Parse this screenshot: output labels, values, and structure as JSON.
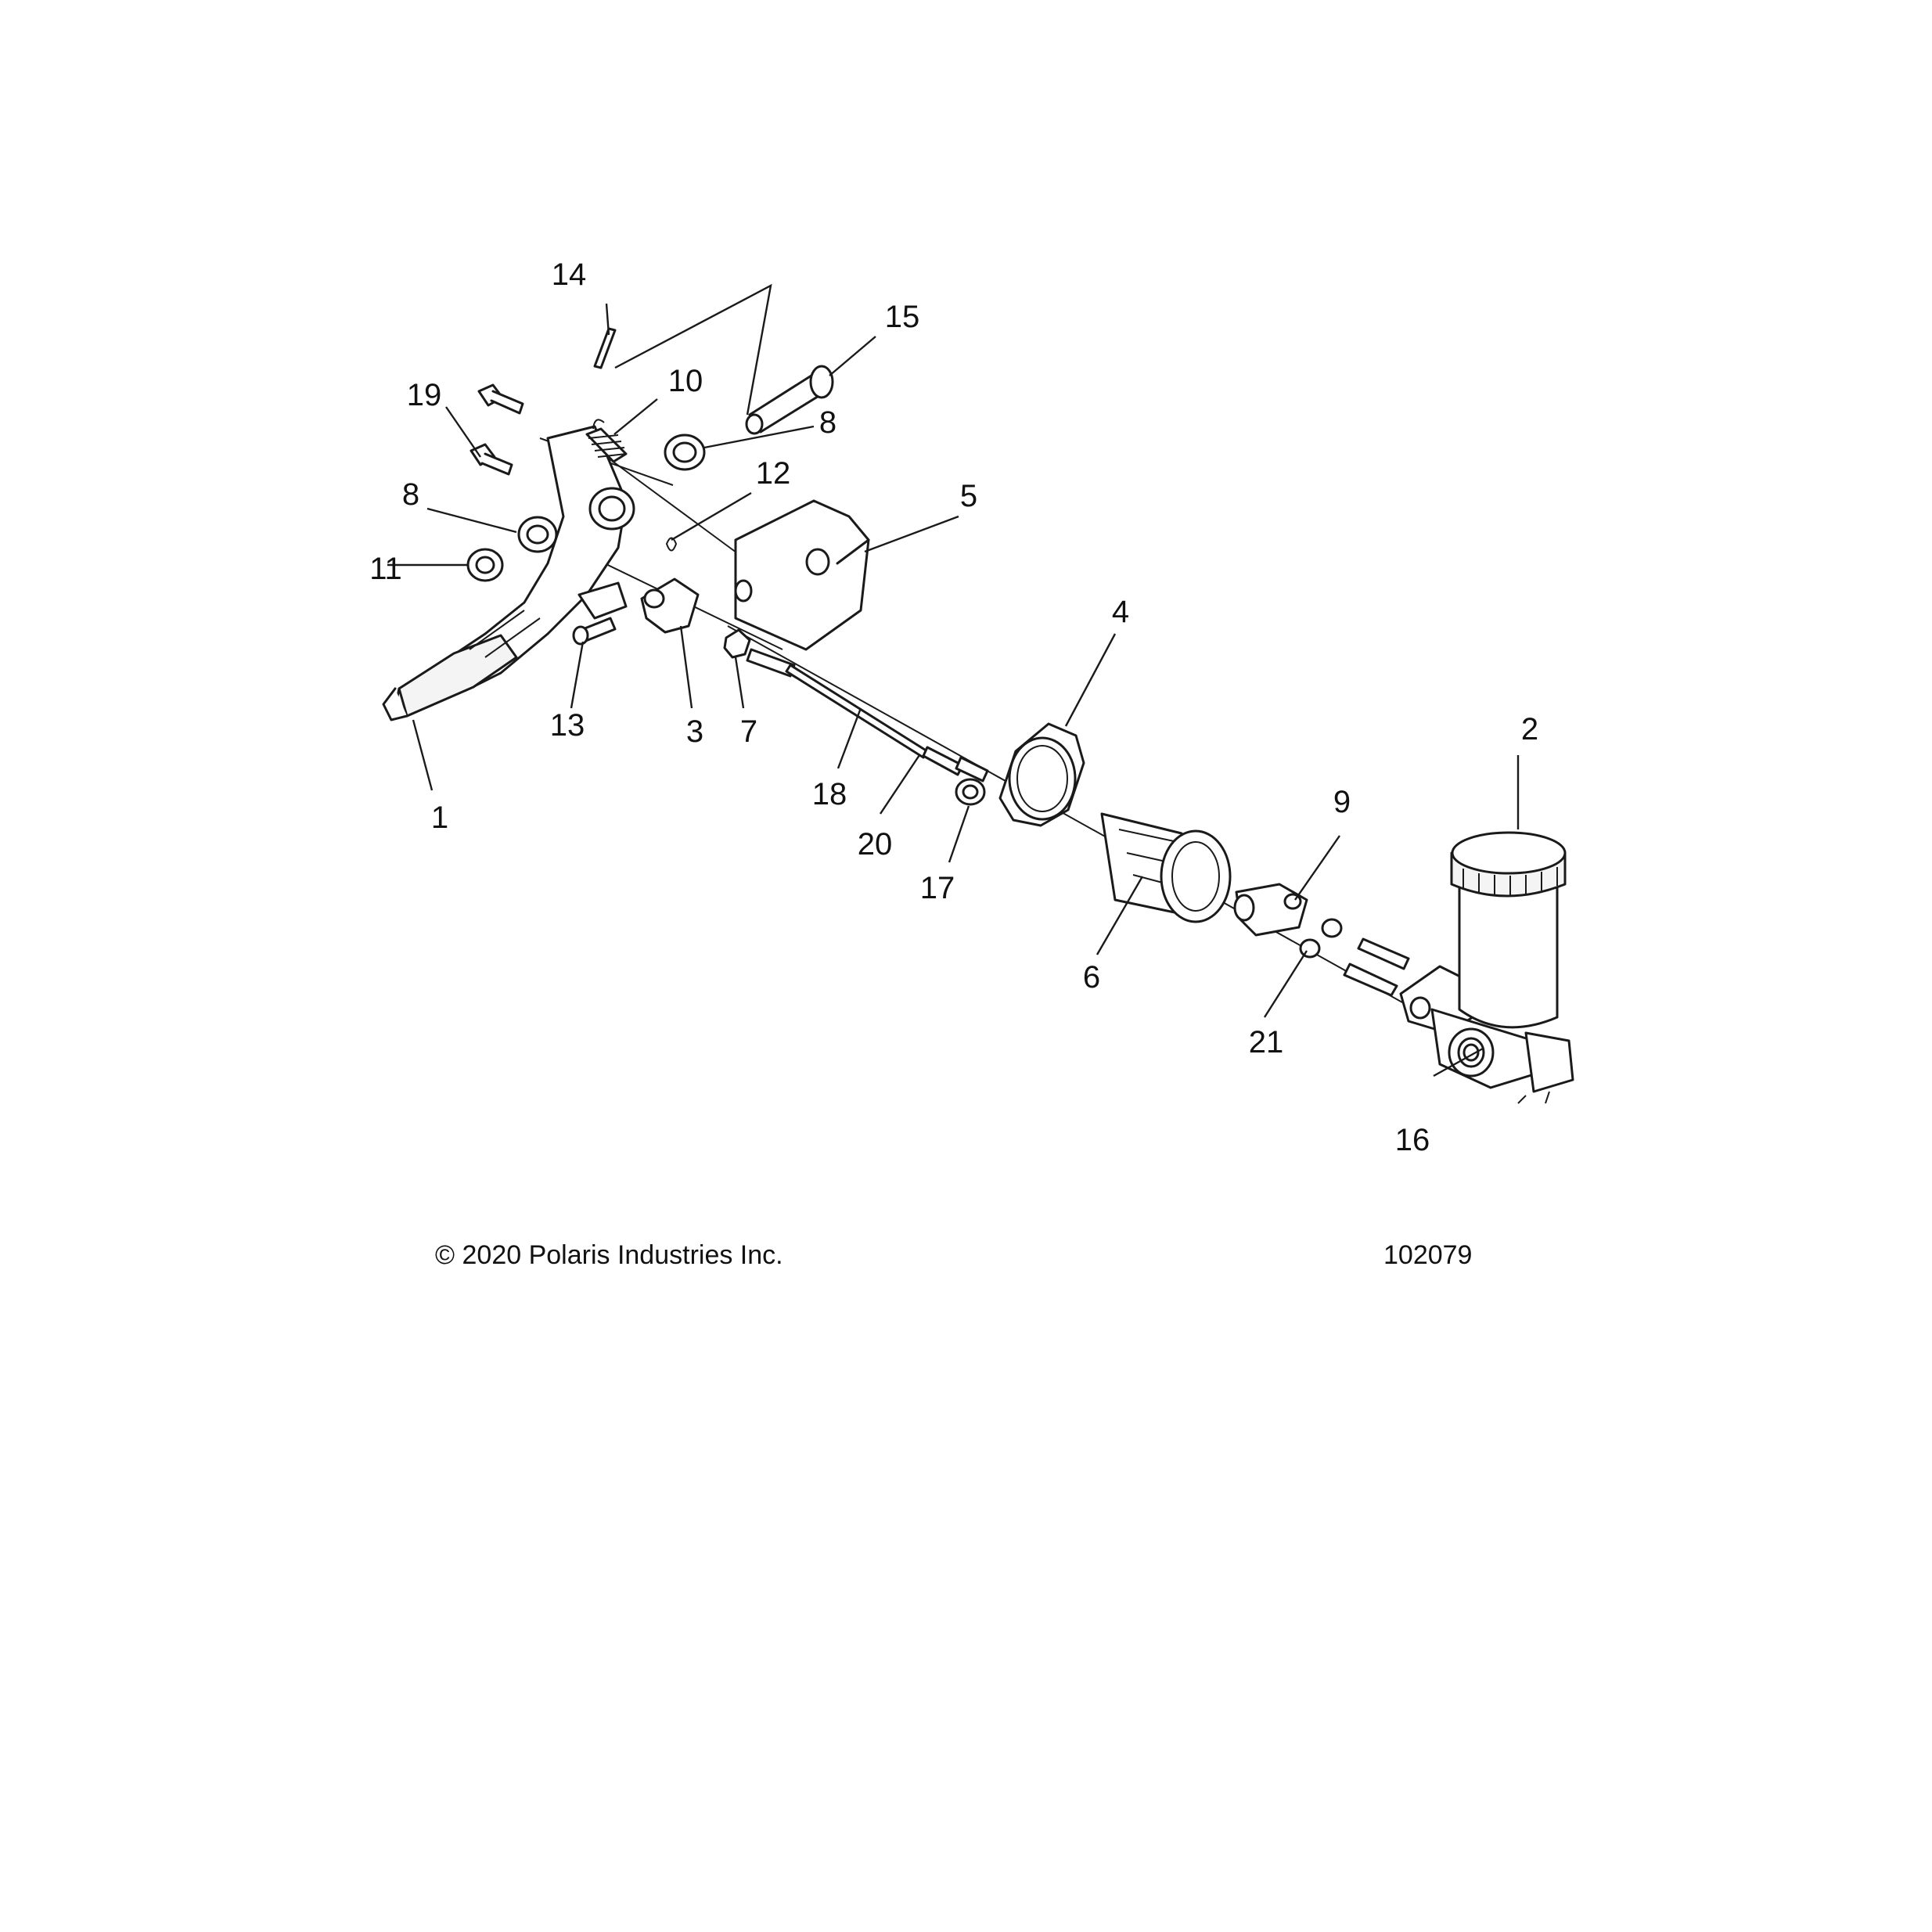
{
  "callouts": [
    {
      "id": "1",
      "label": "1"
    },
    {
      "id": "2",
      "label": "2"
    },
    {
      "id": "3",
      "label": "3"
    },
    {
      "id": "4",
      "label": "4"
    },
    {
      "id": "5",
      "label": "5"
    },
    {
      "id": "6",
      "label": "6"
    },
    {
      "id": "7",
      "label": "7"
    },
    {
      "id": "8a",
      "label": "8"
    },
    {
      "id": "8b",
      "label": "8"
    },
    {
      "id": "9",
      "label": "9"
    },
    {
      "id": "10",
      "label": "10"
    },
    {
      "id": "11",
      "label": "11"
    },
    {
      "id": "12",
      "label": "12"
    },
    {
      "id": "13",
      "label": "13"
    },
    {
      "id": "14",
      "label": "14"
    },
    {
      "id": "15",
      "label": "15"
    },
    {
      "id": "16",
      "label": "16"
    },
    {
      "id": "17",
      "label": "17"
    },
    {
      "id": "18",
      "label": "18"
    },
    {
      "id": "19",
      "label": "19"
    },
    {
      "id": "20",
      "label": "20"
    },
    {
      "id": "21",
      "label": "21"
    }
  ],
  "footer": {
    "copyright": "© 2020 Polaris Industries Inc.",
    "figure_number": "102079"
  }
}
